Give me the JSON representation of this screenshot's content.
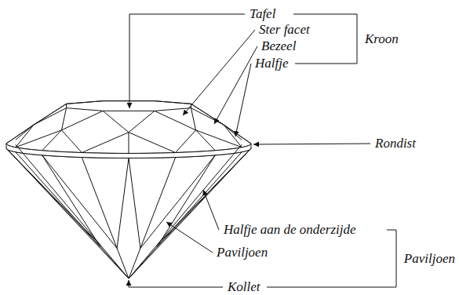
{
  "diagram": {
    "labels": [
      "Tafel",
      "Ster facet",
      "Bezeel",
      "Halfje",
      "Kroon",
      "Rondist",
      "Halfje aan de onderzijde",
      "Paviljoen",
      "Paviljoen",
      "Kollet"
    ]
  }
}
